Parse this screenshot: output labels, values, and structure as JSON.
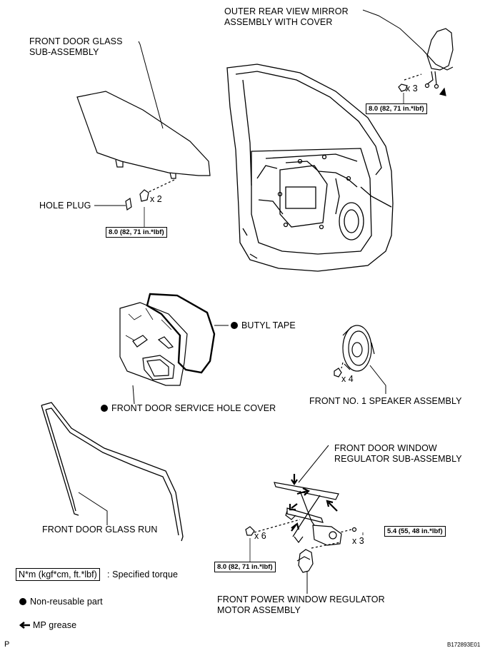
{
  "labels": {
    "mirror_line1": "OUTER REAR VIEW MIRROR",
    "mirror_line2": "ASSEMBLY WITH COVER",
    "glass_line1": "FRONT DOOR GLASS",
    "glass_line2": "SUB-ASSEMBLY",
    "hole_plug": "HOLE PLUG",
    "butyl_tape": "BUTYL TAPE",
    "service_cover": "FRONT DOOR SERVICE HOLE COVER",
    "speaker": "FRONT NO. 1 SPEAKER ASSEMBLY",
    "regulator_line1": "FRONT DOOR WINDOW",
    "regulator_line2": "REGULATOR SUB-ASSEMBLY",
    "glass_run": "FRONT DOOR GLASS RUN",
    "motor_line1": "FRONT POWER WINDOW REGULATOR",
    "motor_line2": "MOTOR ASSEMBLY"
  },
  "quantities": {
    "mirror": "x 3",
    "glass": "x 2",
    "speaker": "x 4",
    "regulator_bolts": "x 6",
    "regulator_nuts": "x 3"
  },
  "torques": {
    "mirror": "8.0 (82, 71 in.*lbf)",
    "glass": "8.0 (82, 71 in.*lbf)",
    "regulator_bolts": "8.0 (82, 71 in.*lbf)",
    "regulator_nuts": "5.4 (55, 48 in.*lbf)"
  },
  "legend": {
    "torque_box": "N*m (kgf*cm, ft.*lbf)",
    "torque_desc": ": Specified torque",
    "non_reusable": "Non-reusable part",
    "grease": "MP grease"
  },
  "footer": {
    "left": "P",
    "right": "B172893E01"
  }
}
